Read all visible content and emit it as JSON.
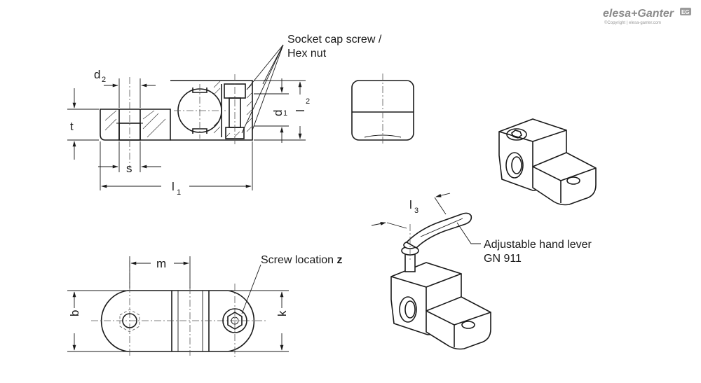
{
  "brand": {
    "name": "elesa+Ganter",
    "copyright": "©Copyright | elesa-ganter.com",
    "badge": "EG"
  },
  "callouts": {
    "screw_line1": "Socket cap screw /",
    "screw_line2": "Hex nut",
    "lever_line1": "Adjustable hand lever",
    "lever_line2": "GN 911",
    "screw_location": "Screw location ",
    "screw_location_bold": "z"
  },
  "dimensions": {
    "d2": "d",
    "d2_sub": "2",
    "t": "t",
    "s": "s",
    "l1": "l",
    "l1_sub": "1",
    "d1": "d",
    "d1_sub": "1",
    "l2": "l",
    "l2_sub": "2",
    "l3": "l",
    "l3_sub": "3",
    "m": "m",
    "b": "b",
    "k": "k"
  },
  "colors": {
    "line": "#1a1a1a",
    "logo": "#8a8a8a"
  }
}
